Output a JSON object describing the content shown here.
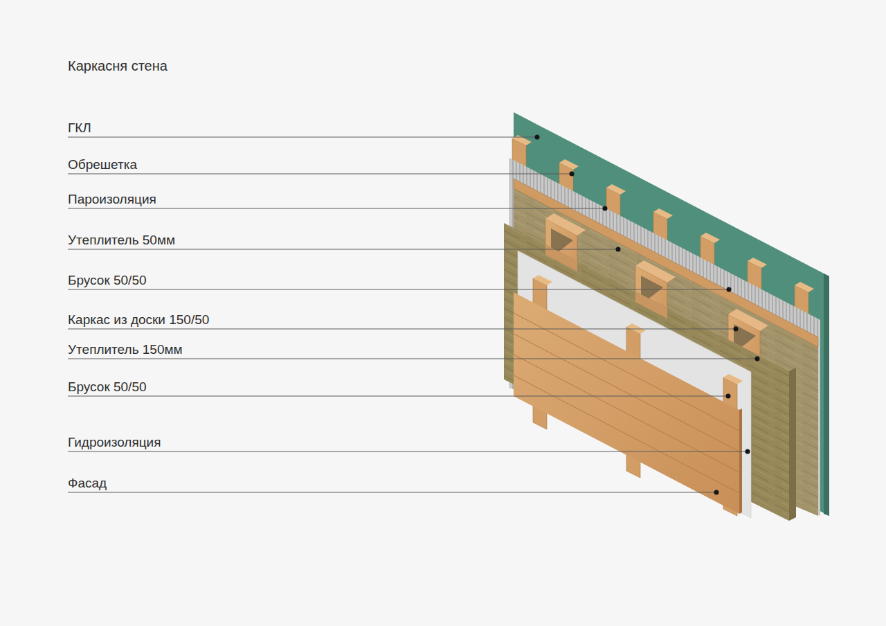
{
  "diagram": {
    "title": "Каркасня стена",
    "labels": [
      "ГКЛ",
      "Обрешетка",
      "Пароизоляция",
      "Утеплитель 50мм",
      "Брусок 50/50",
      "Каркас из доски 150/50",
      "Утеплитель 150мм",
      "Брусок 50/50",
      "Гидроизоляция",
      "Фасад"
    ]
  }
}
